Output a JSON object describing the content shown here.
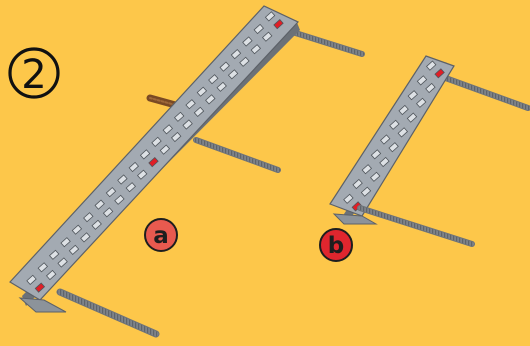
{
  "scene": {
    "background_color": "#FDC74A",
    "rail_color": "#9CA3AB",
    "rail_shadow_color": "#6B7178",
    "slot_color": "#D9DDE2",
    "red_accent": "#E01E26",
    "rod_color": "#8A8F95",
    "wood_color": "#7A4A24"
  },
  "step": {
    "number": "2"
  },
  "callouts": [
    {
      "id": "a",
      "text": "a",
      "fill": "#E85A4F",
      "border": "#1E1E1E"
    },
    {
      "id": "b",
      "text": "b",
      "fill": "#E0262E",
      "border": "#1E1E1E"
    }
  ]
}
